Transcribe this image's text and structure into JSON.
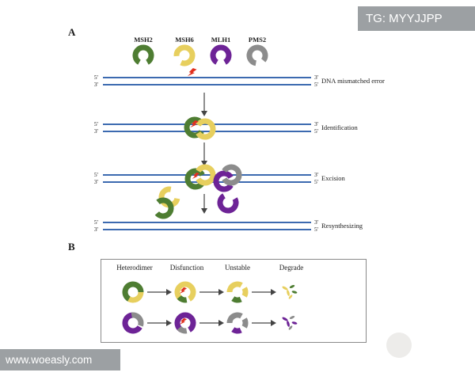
{
  "watermarks": {
    "top_right": "TG: MYYJJPP",
    "bottom_left": "www.woeasly.com"
  },
  "panel_a": {
    "label": "A",
    "legend": [
      {
        "name": "MSH2",
        "color": "#4e7d32"
      },
      {
        "name": "MSH6",
        "color": "#e7cf5e"
      },
      {
        "name": "MLH1",
        "color": "#6d2396"
      },
      {
        "name": "PMS2",
        "color": "#8c8c8c"
      }
    ],
    "dna_end_labels": {
      "five_prime": "5'",
      "three_prime": "3'"
    },
    "steps": [
      {
        "label": "DNA mismatched error"
      },
      {
        "label": "Identification"
      },
      {
        "label": "Excision"
      },
      {
        "label": "Resynthesizing"
      }
    ]
  },
  "panel_b": {
    "label": "B",
    "columns": [
      "Heterodimer",
      "Disfunction",
      "Unstable",
      "Degrade"
    ]
  },
  "colors": {
    "dna_strand": "#3c6ab0",
    "mismatch_bolt": "#e0301e"
  }
}
